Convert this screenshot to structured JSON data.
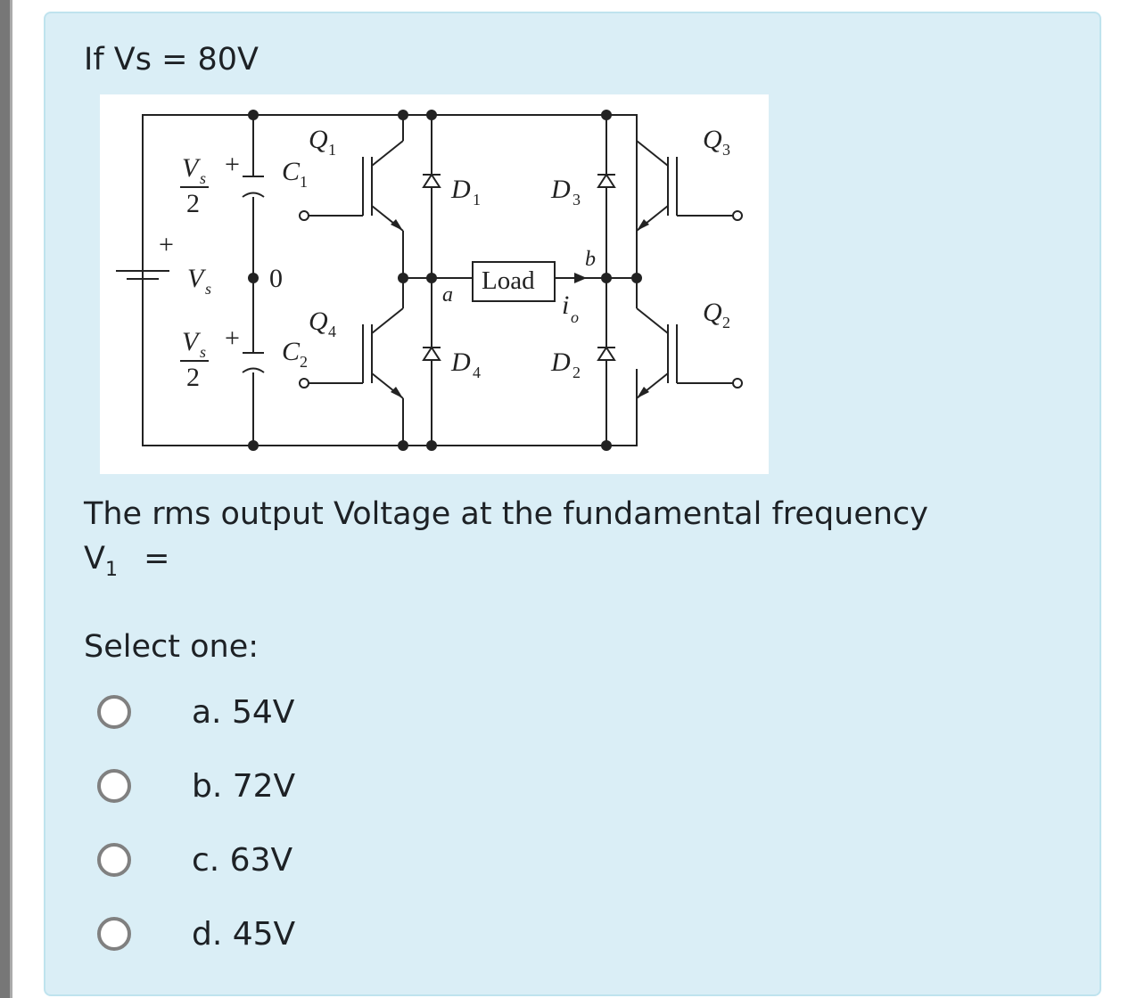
{
  "question": {
    "intro": "If Vs = 80V",
    "prompt": "The rms output Voltage at the fundamental frequency",
    "formula_var": "V",
    "formula_sub": "1",
    "formula_eq": "=",
    "select_label": "Select one:"
  },
  "diagram": {
    "labels": {
      "vs_half": "V",
      "vs_sub": "s",
      "two": "2",
      "vs": "V",
      "plus": "+",
      "zero": "0",
      "q1": "Q",
      "q1_sub": "1",
      "q2": "Q",
      "q2_sub": "2",
      "q3": "Q",
      "q3_sub": "3",
      "q4": "Q",
      "q4_sub": "4",
      "c1": "C",
      "c1_sub": "1",
      "c2": "C",
      "c2_sub": "2",
      "d1": "D",
      "d1_sub": "1",
      "d2": "D",
      "d2_sub": "2",
      "d3": "D",
      "d3_sub": "3",
      "d4": "D",
      "d4_sub": "4",
      "load": "Load",
      "a": "a",
      "b": "b",
      "io": "i",
      "io_sub": "o"
    }
  },
  "options": [
    {
      "label": "a. 54V"
    },
    {
      "label": "b. 72V"
    },
    {
      "label": "c. 63V"
    },
    {
      "label": "d. 45V"
    }
  ]
}
